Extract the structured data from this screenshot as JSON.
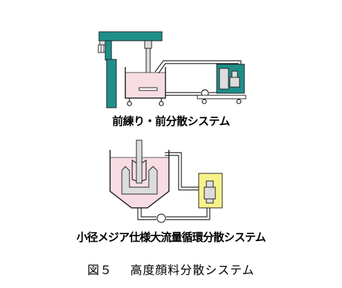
{
  "diagram1": {
    "caption": "前練り・前分散システム"
  },
  "diagram2": {
    "caption": "小径メジア仕様大流量循環分散システム"
  },
  "figure": {
    "number": "図５",
    "title": "高度顔料分散システム"
  },
  "colors": {
    "frame_teal": "#1f8f8a",
    "tank_fill": "#f7dde3",
    "product_fill": "#dcdcdc",
    "mill_yellow": "#f6f28a",
    "line": "#222222"
  }
}
